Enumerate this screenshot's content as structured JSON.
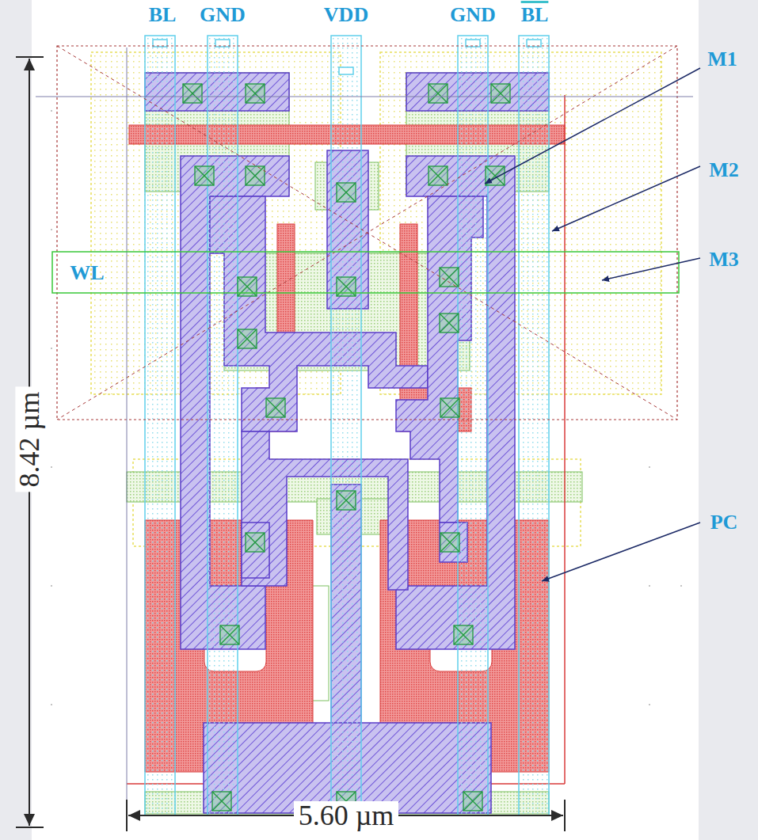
{
  "diagram": {
    "labels": [
      "BL",
      "GND",
      "VDD",
      "GND",
      "BL",
      "M1",
      "M2",
      "M3",
      "WL",
      "PC",
      "8.42 µm",
      "5.60 µm"
    ]
  }
}
